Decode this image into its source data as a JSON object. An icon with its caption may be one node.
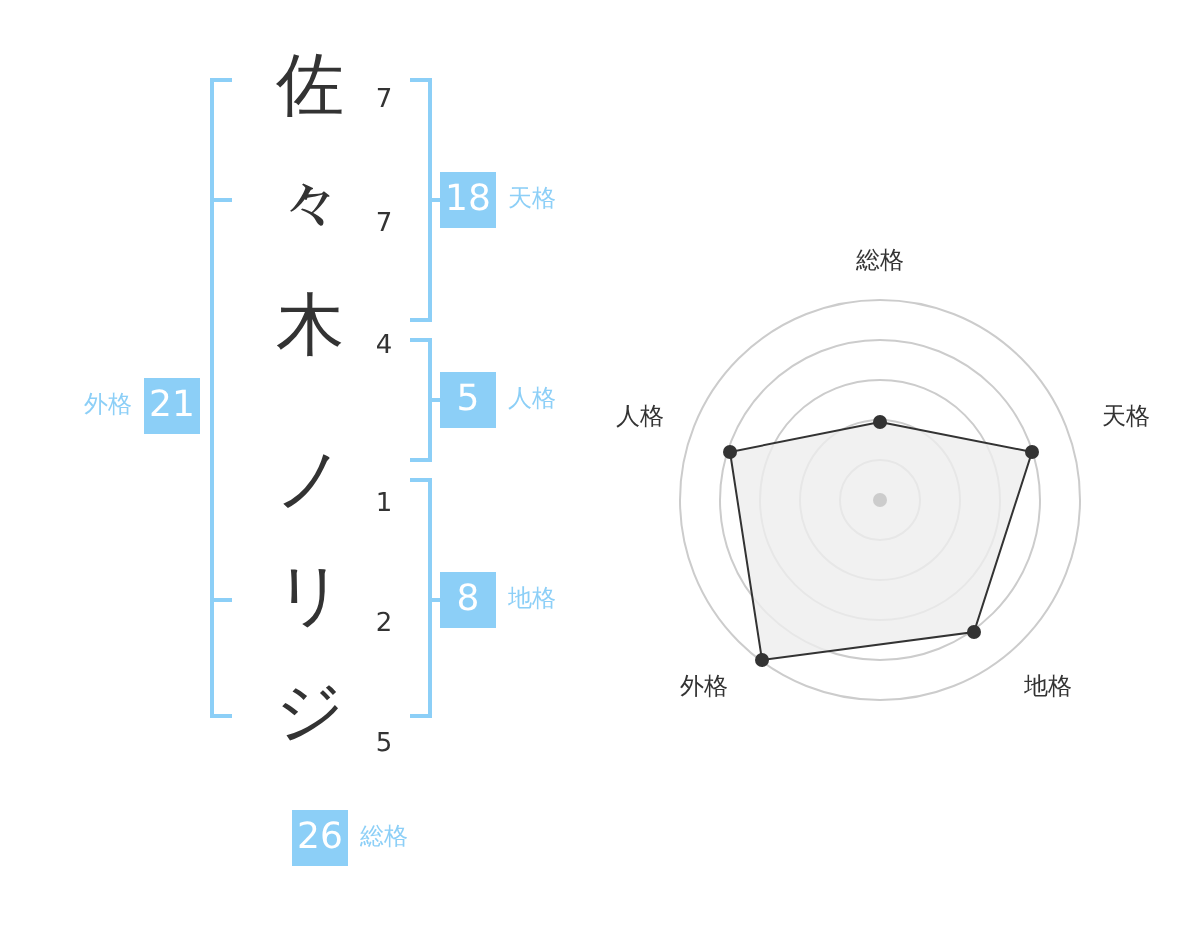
{
  "diagram": {
    "nodes": [
      {
        "text": [
          "18"
        ],
        "beside": [
          "天格"
        ]
      },
      {
        "text": [
          "21"
        ],
        "beside": [
          "外格"
        ]
      },
      {
        "text": [
          "5"
        ],
        "beside": [
          "人格"
        ]
      },
      {
        "text": [
          "8"
        ],
        "beside": [
          "地格"
        ]
      },
      {
        "text": [
          "26"
        ],
        "beside": [
          "総格"
        ]
      }
    ],
    "labels": [
      "佐",
      "7",
      "々",
      "7",
      "木",
      "4",
      "ノ",
      "1",
      "リ",
      "2",
      "ジ",
      "5",
      "総格",
      "人格",
      "天格",
      "外格",
      "地格"
    ]
  }
}
